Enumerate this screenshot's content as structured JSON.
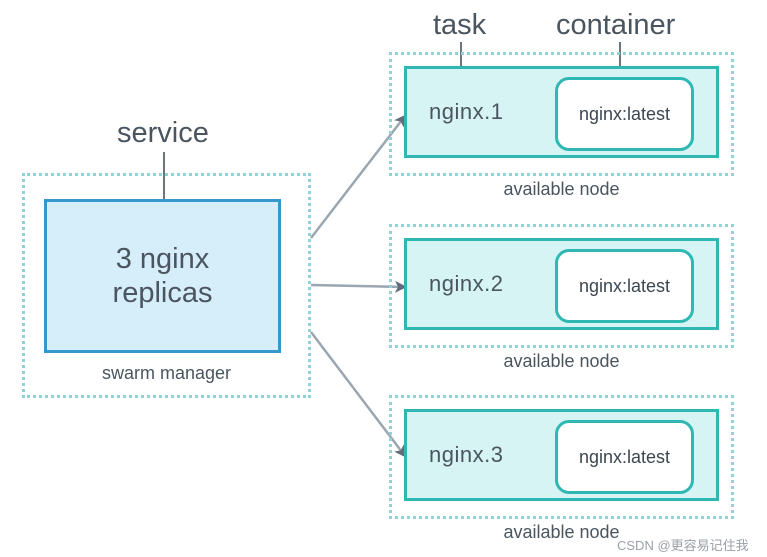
{
  "labels": {
    "service": "service",
    "task": "task",
    "container": "container"
  },
  "manager": {
    "line1": "3 nginx",
    "line2": "replicas",
    "caption": "swarm manager"
  },
  "nodes": [
    {
      "task": "nginx.1",
      "container": "nginx:latest",
      "caption": "available node"
    },
    {
      "task": "nginx.2",
      "container": "nginx:latest",
      "caption": "available node"
    },
    {
      "task": "nginx.3",
      "container": "nginx:latest",
      "caption": "available node"
    }
  ],
  "watermark": "CSDN @更容易记住我",
  "colors": {
    "manager_fill": "#d6eef9",
    "manager_border": "#3399cc",
    "node_fill": "#d5f4f3",
    "node_border": "#2fb7b3",
    "dotted_border": "#8fd3d8",
    "arrow": "#8a9aa6"
  }
}
